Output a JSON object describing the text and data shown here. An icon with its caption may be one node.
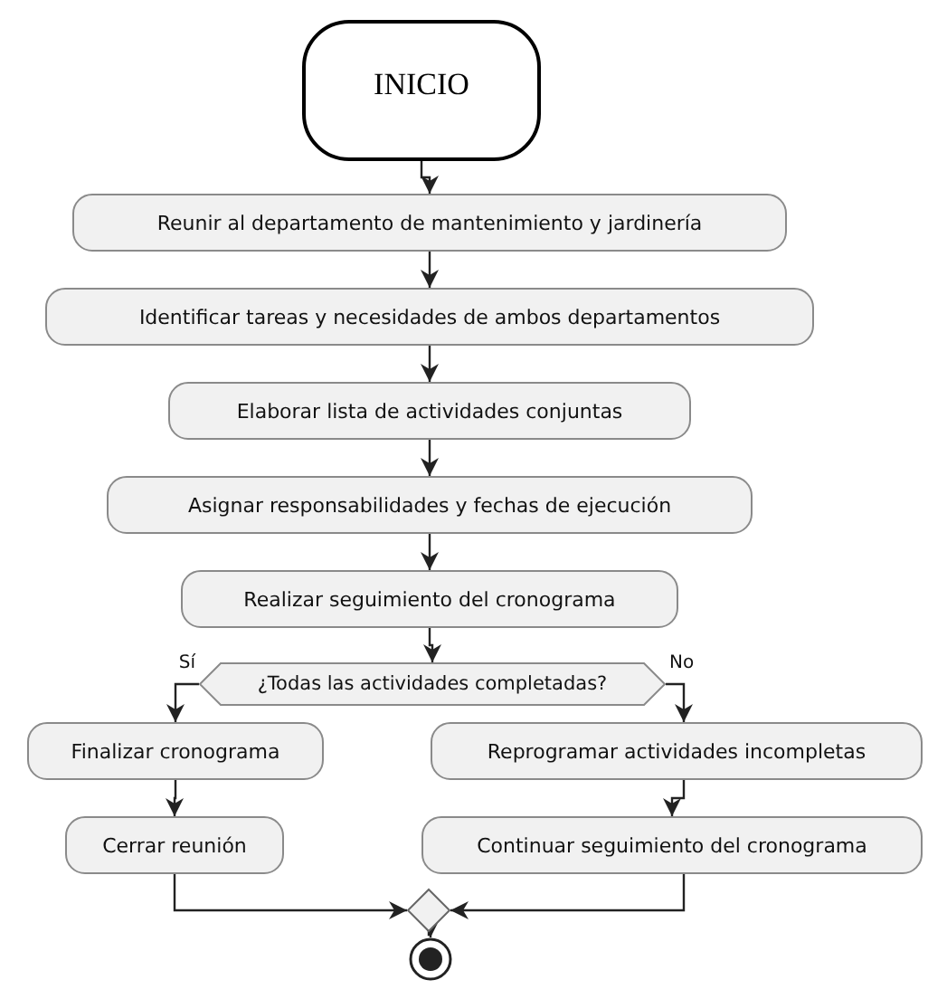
{
  "diagram": {
    "nodes": [
      {
        "text": [
          "INICIO"
        ]
      },
      {
        "text": [
          "Reunir al departamento de mantenimiento y jardinería"
        ]
      },
      {
        "text": [
          "Identificar tareas y necesidades de ambos departamentos"
        ]
      },
      {
        "text": [
          "Elaborar lista de actividades conjuntas"
        ]
      },
      {
        "text": [
          "Asignar responsabilidades y fechas de ejecución"
        ]
      },
      {
        "text": [
          "Realizar seguimiento del cronograma"
        ]
      },
      {
        "text": [
          "¿Todas las actividades completadas?"
        ]
      },
      {
        "text": [
          "Finalizar cronograma"
        ]
      },
      {
        "text": [
          "Reprogramar actividades incompletas"
        ]
      },
      {
        "text": [
          "Cerrar reunión"
        ]
      },
      {
        "text": [
          "Continuar seguimiento del cronograma"
        ]
      },
      {
        "text": [],
        "shape": "diamond"
      },
      {
        "text": [],
        "shape": "circle"
      }
    ],
    "edges": [
      {
        "from": 0,
        "to": 1,
        "arrow": "to"
      },
      {
        "from": 1,
        "to": 2,
        "arrow": "to"
      },
      {
        "from": 2,
        "to": 3,
        "arrow": "to"
      },
      {
        "from": 3,
        "to": 4,
        "arrow": "to"
      },
      {
        "from": 4,
        "to": 5,
        "arrow": "to"
      },
      {
        "from": 5,
        "to": 6,
        "arrow": "to"
      },
      {
        "from": 6,
        "to": 7,
        "arrow": "to",
        "label": "Sí"
      },
      {
        "from": 6,
        "to": 8,
        "arrow": "to",
        "label": "No"
      },
      {
        "from": 7,
        "to": 9,
        "arrow": "to"
      },
      {
        "from": 8,
        "to": 10,
        "arrow": "to"
      },
      {
        "from": 9,
        "to": 11,
        "arrow": "to"
      },
      {
        "from": 10,
        "to": 11,
        "arrow": "to"
      },
      {
        "from": 11,
        "to": 12,
        "arrow": "to"
      }
    ]
  }
}
